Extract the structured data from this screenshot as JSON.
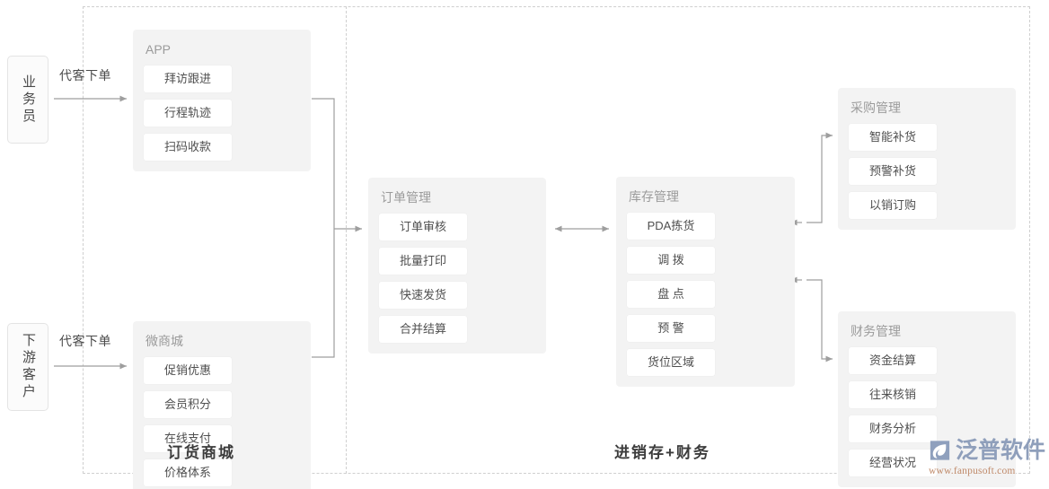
{
  "colors": {
    "panel_bg": "#f3f3f3",
    "chip_bg": "#ffffff",
    "panel_title": "#9b9b9b",
    "chip_text": "#4f4f4f",
    "dash_border": "#cfcfcf",
    "wire": "#9e9e9e",
    "watermark_brand": "#8f9fbb",
    "watermark_url": "#c08a6a"
  },
  "actors": [
    {
      "id": "staff",
      "label": "业务员",
      "arrow_label": "代客下单"
    },
    {
      "id": "customer",
      "label": "下游客户",
      "arrow_label": "代客下单"
    }
  ],
  "panels": {
    "app": {
      "title": "APP",
      "chips": [
        "拜访跟进",
        "行程轨迹",
        "扫码收款"
      ]
    },
    "mall": {
      "title": "微商城",
      "chips": [
        "促销优惠",
        "会员积分",
        "在线支付",
        "价格体系"
      ]
    },
    "order": {
      "title": "订单管理",
      "chips": [
        "订单审核",
        "批量打印",
        "快速发货",
        "合并结算"
      ]
    },
    "stock": {
      "title": "库存管理",
      "chips": [
        "PDA拣货",
        "调 拨",
        "盘 点",
        "预 警",
        "货位区域"
      ]
    },
    "purchase": {
      "title": "采购管理",
      "chips": [
        "智能补货",
        "预警补货",
        "以销订购"
      ]
    },
    "finance": {
      "title": "财务管理",
      "chips": [
        "资金结算",
        "往来核销",
        "财务分析",
        "经营状况"
      ]
    }
  },
  "sections": [
    {
      "id": "mall-section",
      "caption": "订货商城"
    },
    {
      "id": "erp-section",
      "caption": "进销存+财务"
    }
  ],
  "watermark": {
    "brand": "泛普软件",
    "url": "www.fanpusoft.com",
    "icon": "swoosh-logo-icon"
  }
}
